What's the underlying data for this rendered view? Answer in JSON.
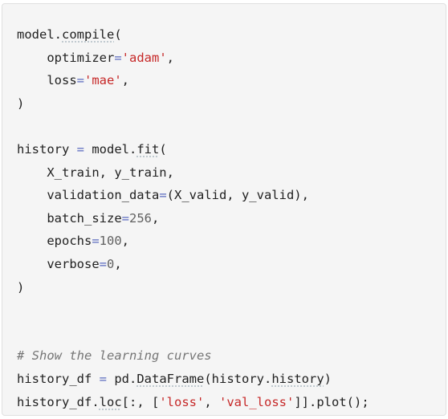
{
  "code": {
    "line1": {
      "obj": "model",
      "dot": ".",
      "method": "compile",
      "paren": "("
    },
    "line2": {
      "indent": "    ",
      "key": "optimizer",
      "eq": "=",
      "val": "'adam'",
      "comma": ","
    },
    "line3": {
      "indent": "    ",
      "key": "loss",
      "eq": "=",
      "val": "'mae'",
      "comma": ","
    },
    "line4": {
      "text": ")"
    },
    "line5": {
      "text": ""
    },
    "line6": {
      "var": "history ",
      "eq": "=",
      "obj": " model",
      "dot": ".",
      "method": "fit",
      "paren": "("
    },
    "line7": {
      "indent": "    ",
      "text": "X_train, y_train,"
    },
    "line8": {
      "indent": "    ",
      "key": "validation_data",
      "eq": "=",
      "rest": "(X_valid, y_valid),"
    },
    "line9": {
      "indent": "    ",
      "key": "batch_size",
      "eq": "=",
      "val": "256",
      "comma": ","
    },
    "line10": {
      "indent": "    ",
      "key": "epochs",
      "eq": "=",
      "val": "100",
      "comma": ","
    },
    "line11": {
      "indent": "    ",
      "key": "verbose",
      "eq": "=",
      "val": "0",
      "comma": ","
    },
    "line12": {
      "text": ")"
    },
    "line13": {
      "text": ""
    },
    "line14": {
      "text": ""
    },
    "line15": {
      "comment": "# Show the learning curves"
    },
    "line16": {
      "var": "history_df ",
      "eq": "=",
      "pre": " pd.",
      "cls": "DataFrame",
      "mid": "(history.",
      "attr": "history",
      "post": ")"
    },
    "line17": {
      "pre": "history_df.",
      "attr": "loc",
      "mid": "[:, [",
      "s1": "'loss'",
      "sep": ", ",
      "s2": "'val_loss'",
      "post": "]].plot();"
    }
  },
  "colors": {
    "background": "#f5f5f5",
    "string": "#c62828",
    "operator": "#5c6bc0",
    "comment": "#757575"
  }
}
